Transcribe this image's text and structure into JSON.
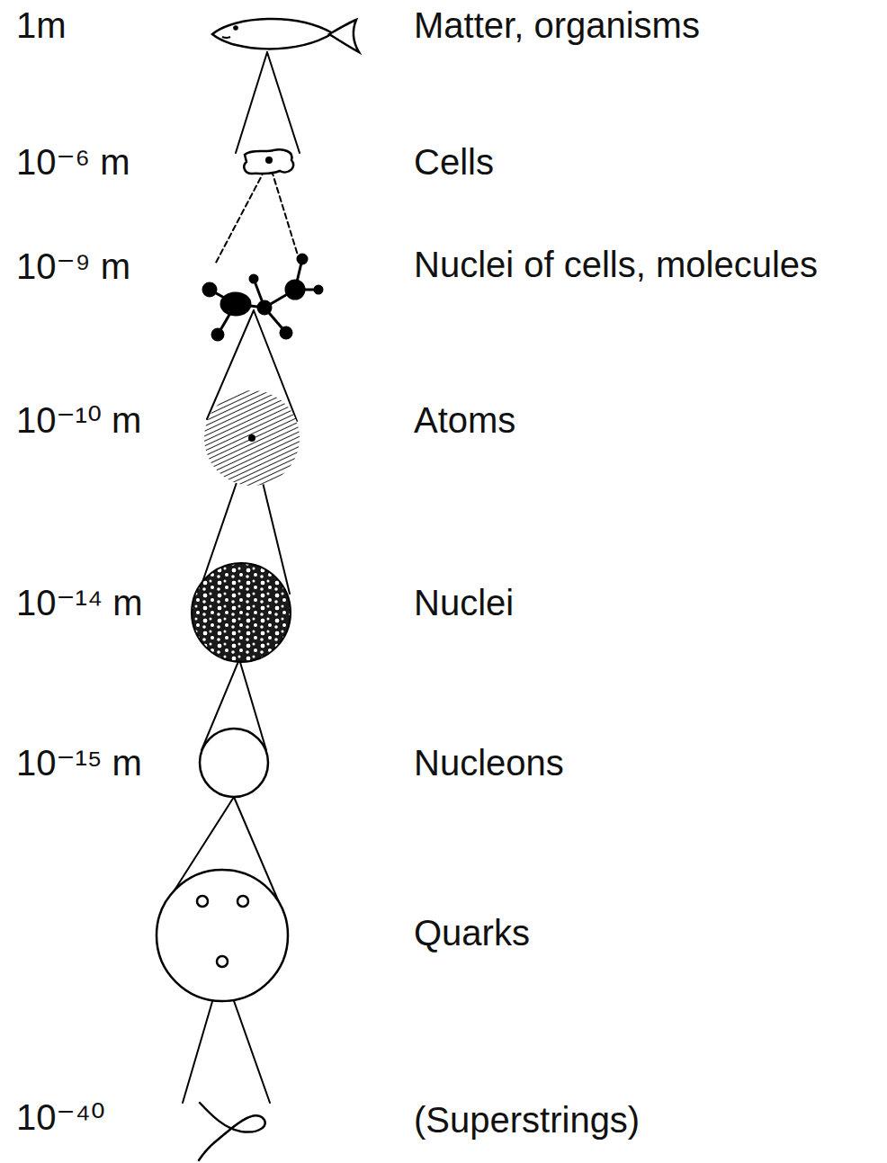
{
  "diagram": {
    "labels": [
      "1m",
      "Matter, organisms",
      "10⁻⁶ m",
      "Cells",
      "10⁻⁹ m",
      "Nuclei of cells, molecules",
      "10⁻¹⁰ m",
      "Atoms",
      "10⁻¹⁴ m",
      "Nuclei",
      "10⁻¹⁵ m",
      "Nucleons",
      "Quarks",
      "10⁻⁴⁰",
      "(Superstrings)"
    ]
  }
}
